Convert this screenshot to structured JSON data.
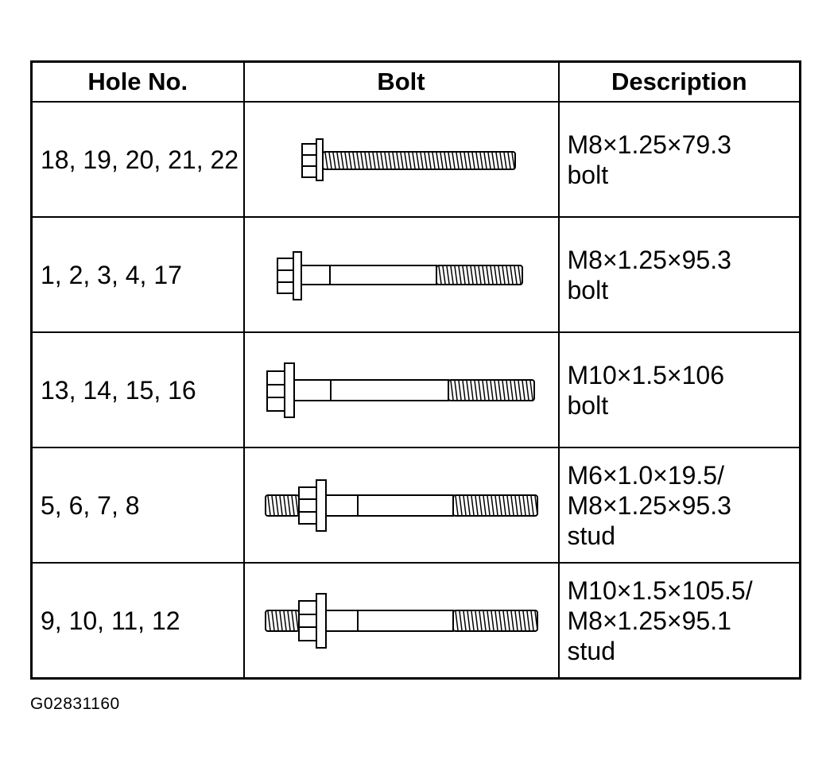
{
  "table": {
    "headers": [
      "Hole No.",
      "Bolt",
      "Description"
    ],
    "rows": [
      {
        "holes": "18, 19, 20, 21, 22",
        "bolt_icon": "flange-bolt-full-thread-icon",
        "desc": [
          "M8×1.25×79.3",
          "bolt"
        ]
      },
      {
        "holes": "1, 2, 3, 4, 17",
        "bolt_icon": "flange-bolt-partial-thread-icon",
        "desc": [
          "M8×1.25×95.3",
          "bolt"
        ]
      },
      {
        "holes": "13, 14, 15, 16",
        "bolt_icon": "flange-bolt-partial-thread-icon",
        "desc": [
          "M10×1.5×106",
          "bolt"
        ]
      },
      {
        "holes": "5, 6, 7, 8",
        "bolt_icon": "double-ended-stud-icon",
        "desc": [
          "M6×1.0×19.5/",
          "M8×1.25×95.3",
          "stud"
        ]
      },
      {
        "holes": "9, 10, 11, 12",
        "bolt_icon": "double-ended-stud-icon",
        "desc": [
          "M10×1.5×105.5/",
          "M8×1.25×95.1",
          "stud"
        ]
      }
    ]
  },
  "figure_code": "G02831160"
}
